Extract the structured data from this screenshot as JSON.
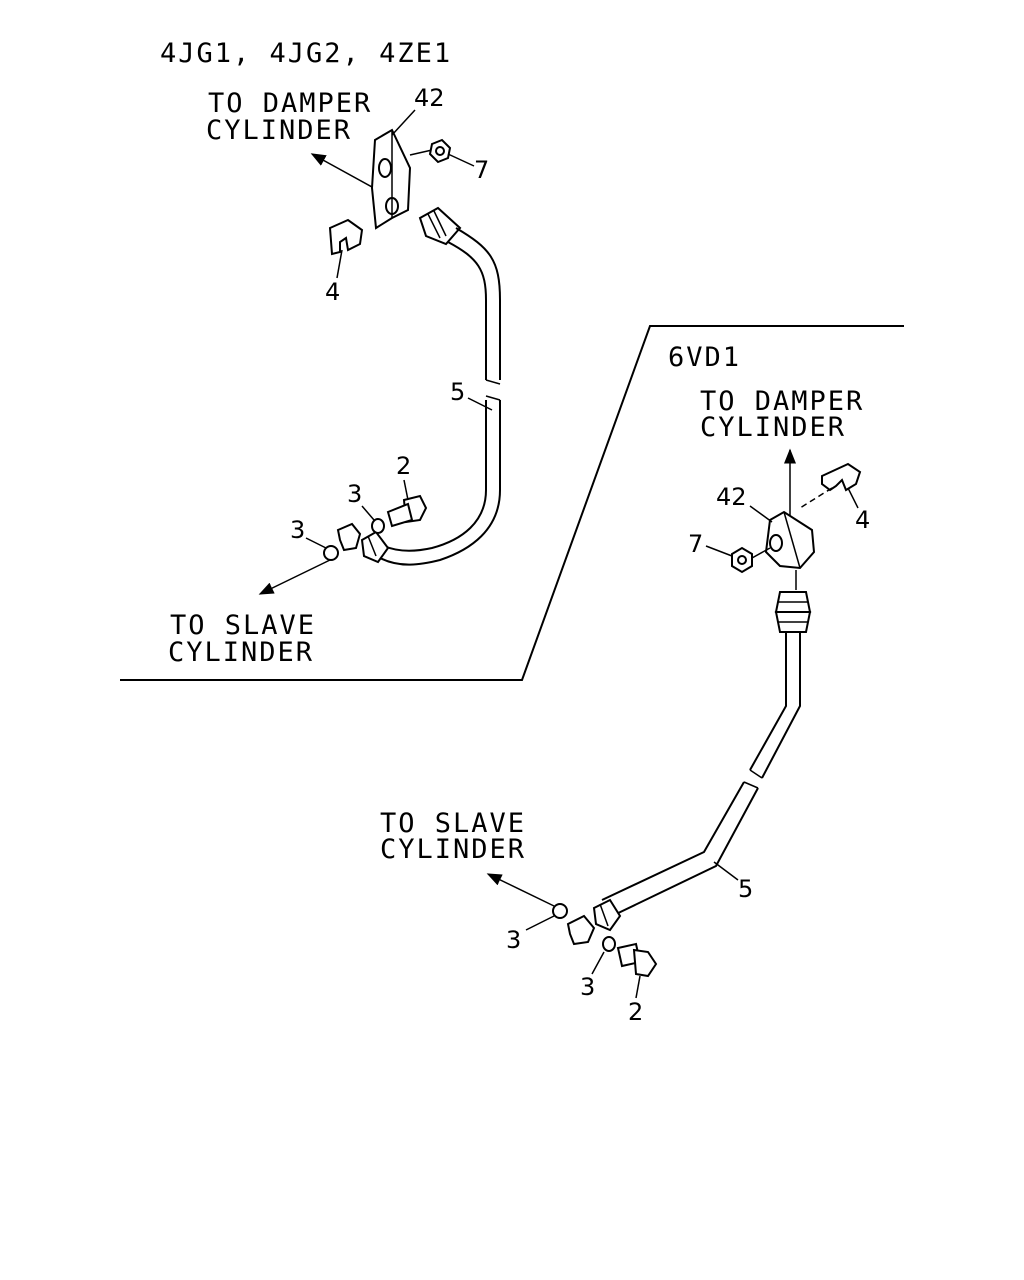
{
  "variant_a": {
    "title": "4JG1, 4JG2, 4ZE1",
    "to_damper_1": "TO DAMPER",
    "to_damper_2": "CYLINDER",
    "to_slave_1": "TO SLAVE",
    "to_slave_2": "CYLINDER",
    "callouts": {
      "bracket": "42",
      "nut": "7",
      "clip": "4",
      "hose": "5",
      "bolt": "2",
      "washer_upper": "3",
      "washer_lower": "3"
    }
  },
  "variant_b": {
    "title": "6VD1",
    "to_damper_1": "TO DAMPER",
    "to_damper_2": "CYLINDER",
    "to_slave_1": "TO SLAVE",
    "to_slave_2": "CYLINDER",
    "callouts": {
      "bracket": "42",
      "nut": "7",
      "clip": "4",
      "hose": "5",
      "bolt": "2",
      "washer_left": "3",
      "washer_right": "3"
    }
  }
}
